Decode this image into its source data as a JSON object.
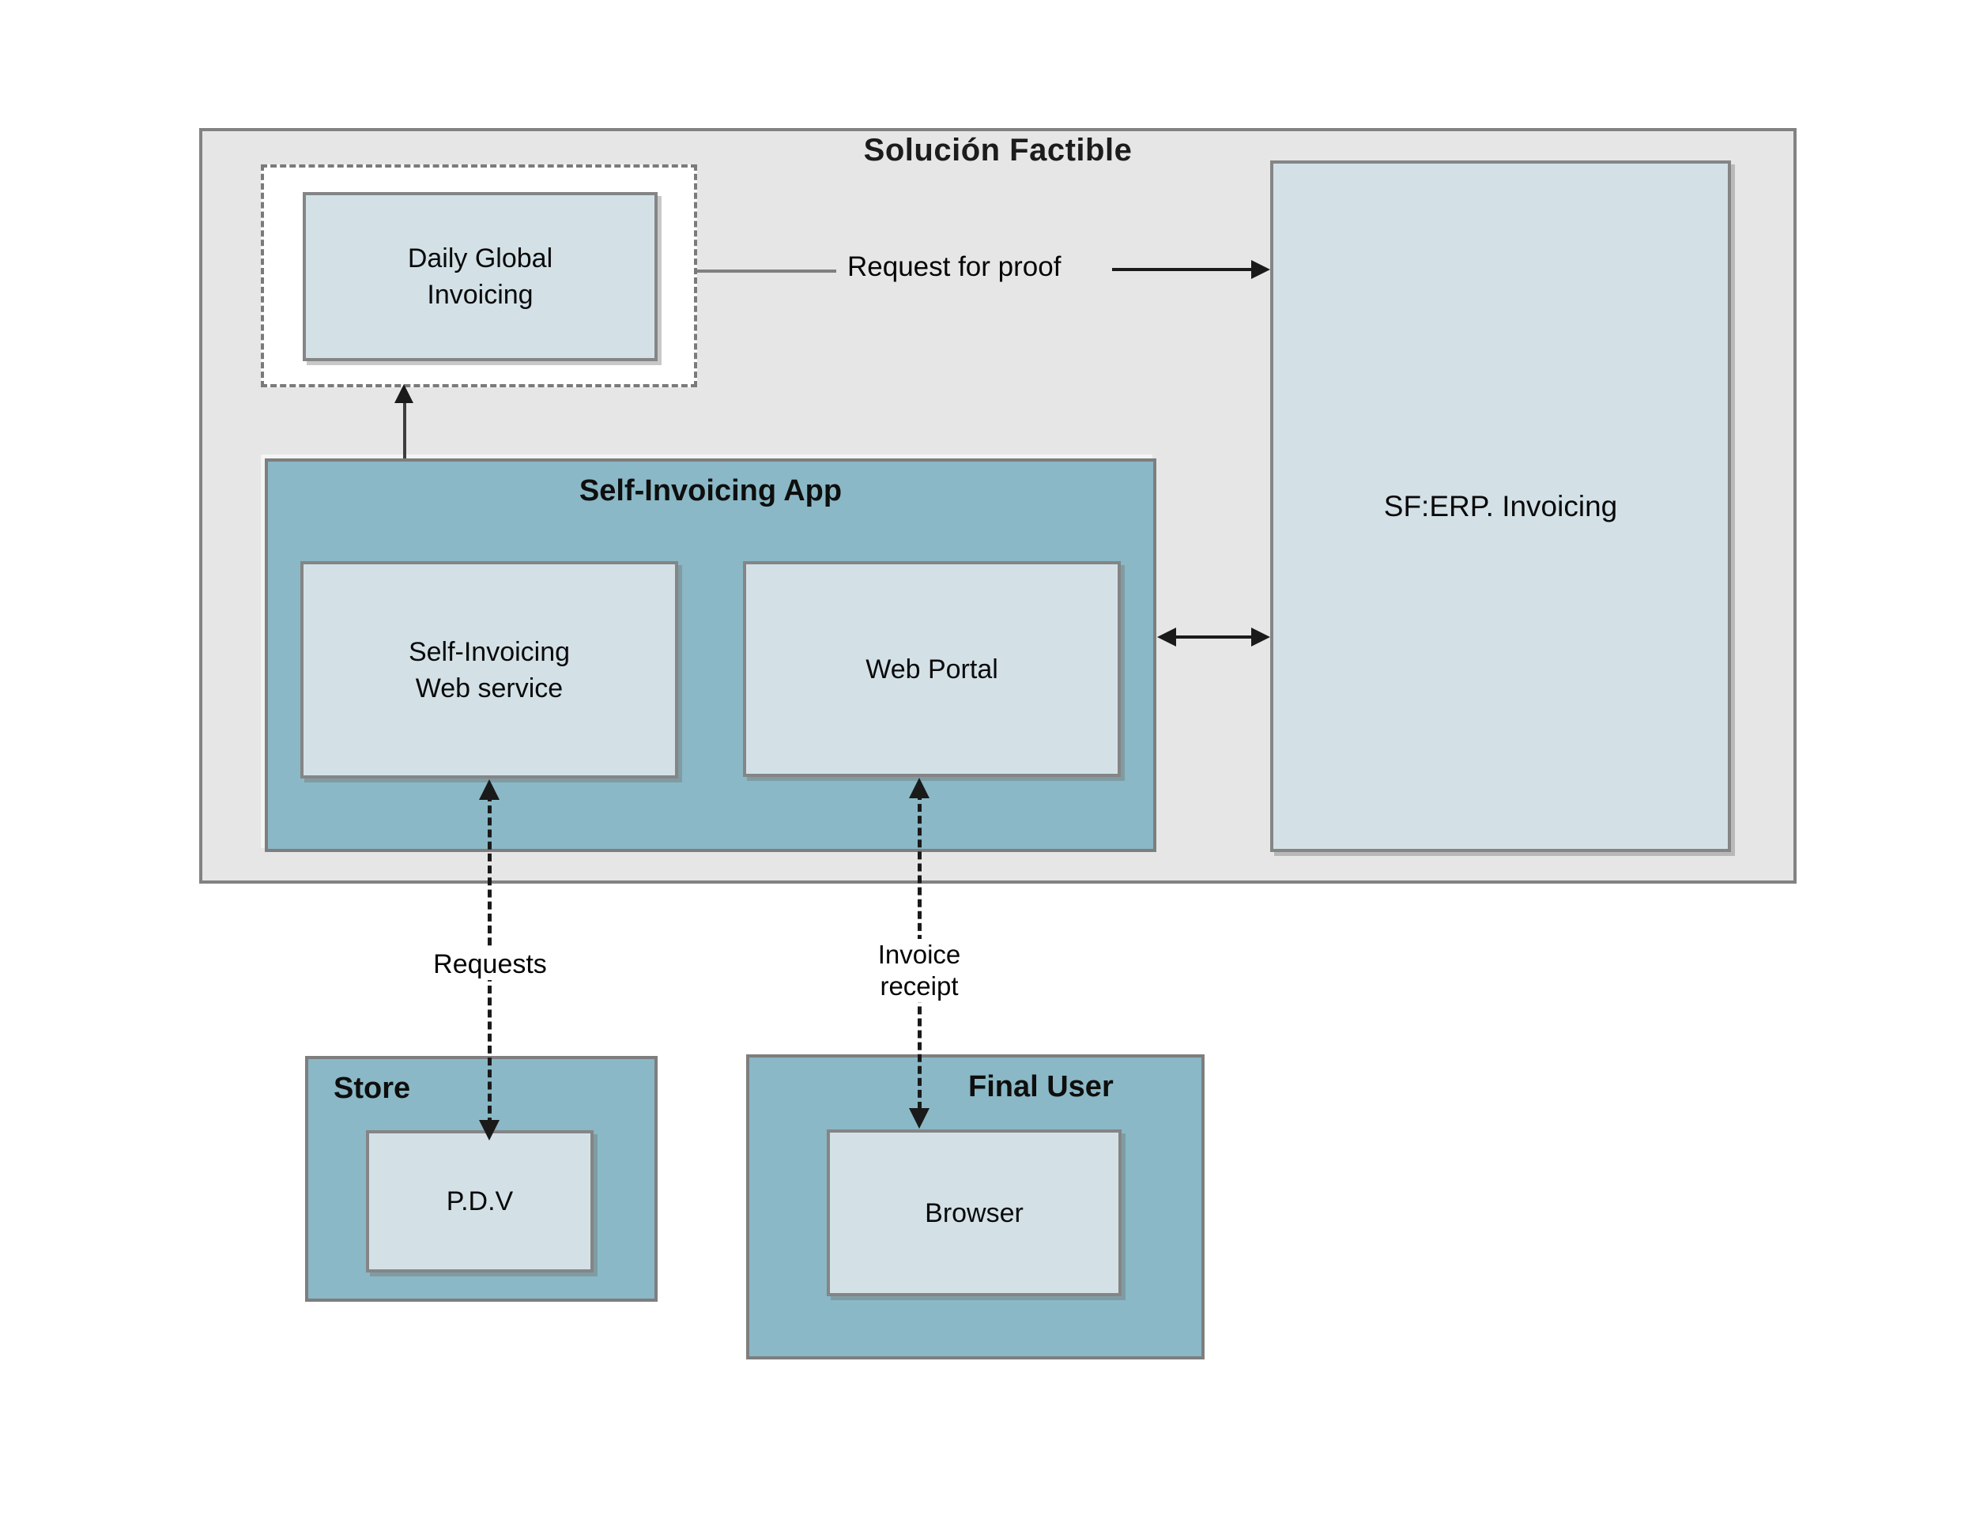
{
  "diagram": {
    "container_title": "Solución Factible",
    "nodes": {
      "daily": {
        "line1": "Daily Global",
        "line2": "Invoicing"
      },
      "sferp": {
        "label": "SF:ERP. Invoicing"
      },
      "app": {
        "title": "Self-Invoicing App"
      },
      "webservice": {
        "line1": "Self-Invoicing",
        "line2": "Web service"
      },
      "webportal": {
        "label": "Web Portal"
      },
      "store": {
        "title": "Store",
        "pdv_label": "P.D.V"
      },
      "finaluser": {
        "title": "Final User",
        "browser_label": "Browser"
      }
    },
    "edges": {
      "request_for_proof": "Request for proof",
      "requests": "Requests",
      "invoice_line1": "Invoice",
      "invoice_line2": "receipt"
    },
    "colors": {
      "container_bg": "#e6e6e6",
      "container_border": "#828282",
      "teal_fill": "#8ab8c6",
      "teal_border": "#7e7e7e",
      "light_fill": "#d3e1e7",
      "light_border": "#858585",
      "dashed_border": "#7a7a7a",
      "arrow_dark": "#1a1a1a",
      "arrow_gray": "#808080",
      "text": "#000000"
    }
  }
}
